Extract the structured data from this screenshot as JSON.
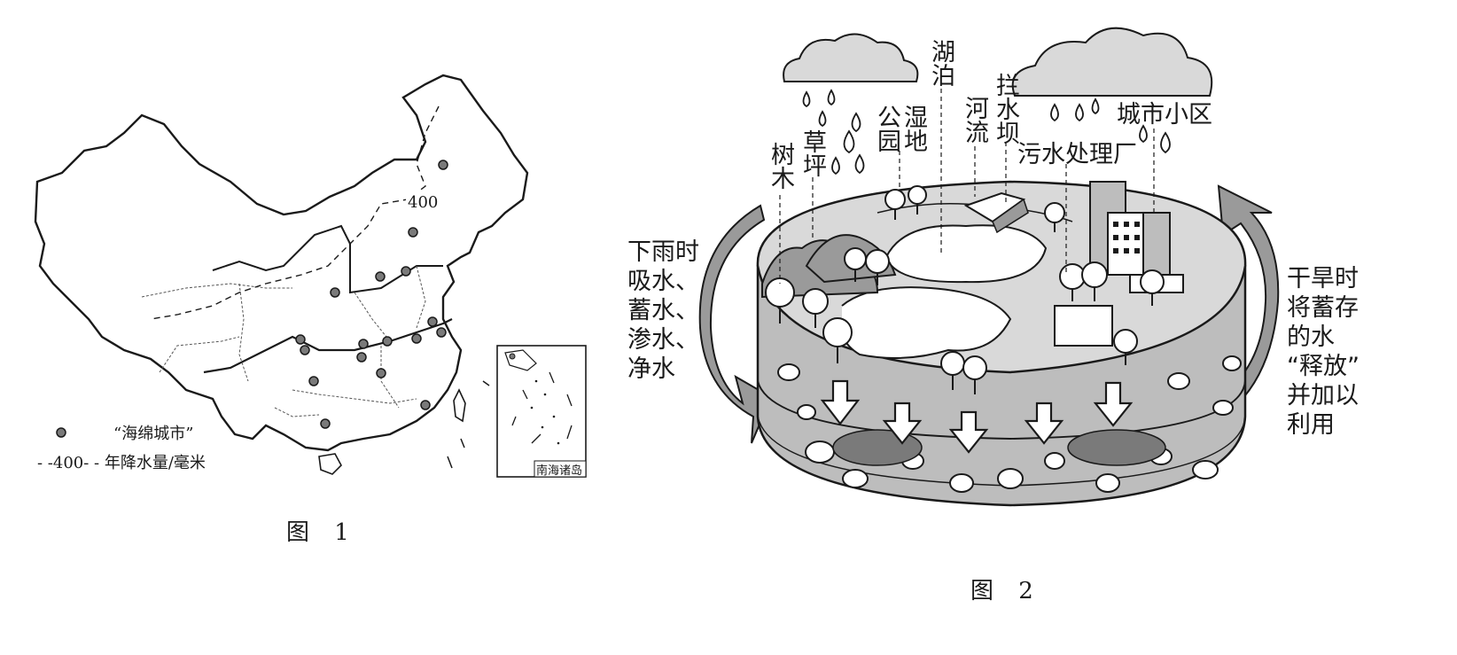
{
  "figure1": {
    "caption": "图 1",
    "isoline_value": "400",
    "inset_label": "南海诸岛",
    "legend": {
      "city_label": "“海绵城市”",
      "isoline_label": "- -400- - 年降水量/毫米"
    }
  },
  "figure2": {
    "caption": "图 2",
    "labels": {
      "trees": "树木",
      "lawn": "草坪",
      "wetland_park": [
        "湿地",
        "公园"
      ],
      "lake": "湖泊",
      "river": "河流",
      "dam": "拦水坝",
      "sewage_plant": "污水处理厂",
      "community": "城市小区"
    },
    "left_note": [
      "下雨时",
      "吸水、",
      "蓄水、",
      "渗水、",
      "净水"
    ],
    "right_note": [
      "干旱时",
      "将蓄存",
      "的水",
      "“释放”",
      "并加以",
      "利用"
    ]
  },
  "colors": {
    "ink": "#1a1a1a",
    "gray_fill": "#9a9a9a",
    "light_fill": "#d9d9d9",
    "paper": "#ffffff"
  }
}
